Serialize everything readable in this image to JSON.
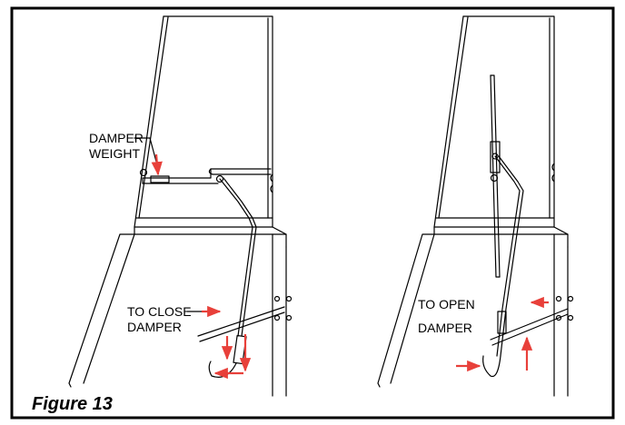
{
  "labels": {
    "damper_weight_line1": "DAMPER",
    "damper_weight_line2": "WEIGHT",
    "to_close_line1": "TO CLOSE",
    "to_close_line2": "DAMPER",
    "to_open_line1": "TO OPEN",
    "to_open_line2": "DAMPER"
  },
  "caption": "Figure 13",
  "colors": {
    "arrow": "#e8403a",
    "line": "#000000",
    "frame": "#000000"
  }
}
